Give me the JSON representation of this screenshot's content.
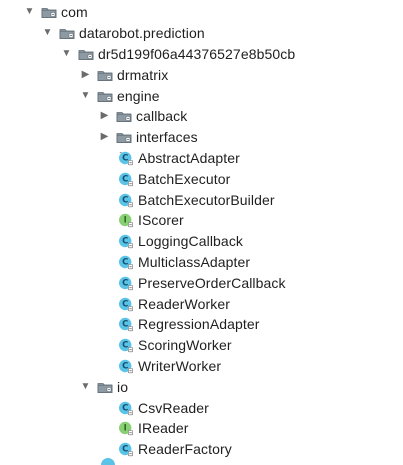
{
  "tree": {
    "nodes": [
      {
        "label": "com",
        "kind": "package",
        "expanded": true,
        "icon": "package-folder-icon"
      },
      {
        "label": "datarobot.prediction",
        "kind": "package",
        "expanded": true,
        "icon": "package-folder-icon"
      },
      {
        "label": "dr5d199f06a44376527e8b50cb",
        "kind": "package",
        "expanded": true,
        "icon": "package-folder-icon"
      },
      {
        "label": "drmatrix",
        "kind": "package",
        "expanded": false,
        "icon": "package-folder-icon"
      },
      {
        "label": "engine",
        "kind": "package",
        "expanded": true,
        "icon": "package-folder-icon"
      },
      {
        "label": "callback",
        "kind": "package",
        "expanded": false,
        "icon": "package-folder-icon"
      },
      {
        "label": "interfaces",
        "kind": "package",
        "expanded": false,
        "icon": "package-folder-icon"
      },
      {
        "label": "AbstractAdapter",
        "kind": "class",
        "icon": "abstract-class-icon"
      },
      {
        "label": "BatchExecutor",
        "kind": "class",
        "icon": "class-icon"
      },
      {
        "label": "BatchExecutorBuilder",
        "kind": "class",
        "icon": "class-icon"
      },
      {
        "label": "IScorer",
        "kind": "interface",
        "icon": "interface-icon"
      },
      {
        "label": "LoggingCallback",
        "kind": "class",
        "icon": "class-icon"
      },
      {
        "label": "MulticlassAdapter",
        "kind": "class",
        "icon": "class-icon"
      },
      {
        "label": "PreserveOrderCallback",
        "kind": "class",
        "icon": "class-icon"
      },
      {
        "label": "ReaderWorker",
        "kind": "class",
        "icon": "class-icon"
      },
      {
        "label": "RegressionAdapter",
        "kind": "class",
        "icon": "class-icon"
      },
      {
        "label": "ScoringWorker",
        "kind": "class",
        "icon": "class-icon"
      },
      {
        "label": "WriterWorker",
        "kind": "class",
        "icon": "class-icon"
      },
      {
        "label": "io",
        "kind": "package",
        "expanded": true,
        "icon": "package-folder-icon"
      },
      {
        "label": "CsvReader",
        "kind": "class",
        "icon": "class-icon"
      },
      {
        "label": "IReader",
        "kind": "interface",
        "icon": "interface-icon"
      },
      {
        "label": "ReaderFactory",
        "kind": "class",
        "icon": "class-icon"
      }
    ]
  },
  "colors": {
    "folder": "#8e9aa3",
    "folder_dark": "#5f6b74",
    "class": "#5cc3e8",
    "class_text": "#12516b",
    "interface": "#8bcf74",
    "interface_text": "#2e6b24",
    "arrow": "#6b6b6b"
  }
}
